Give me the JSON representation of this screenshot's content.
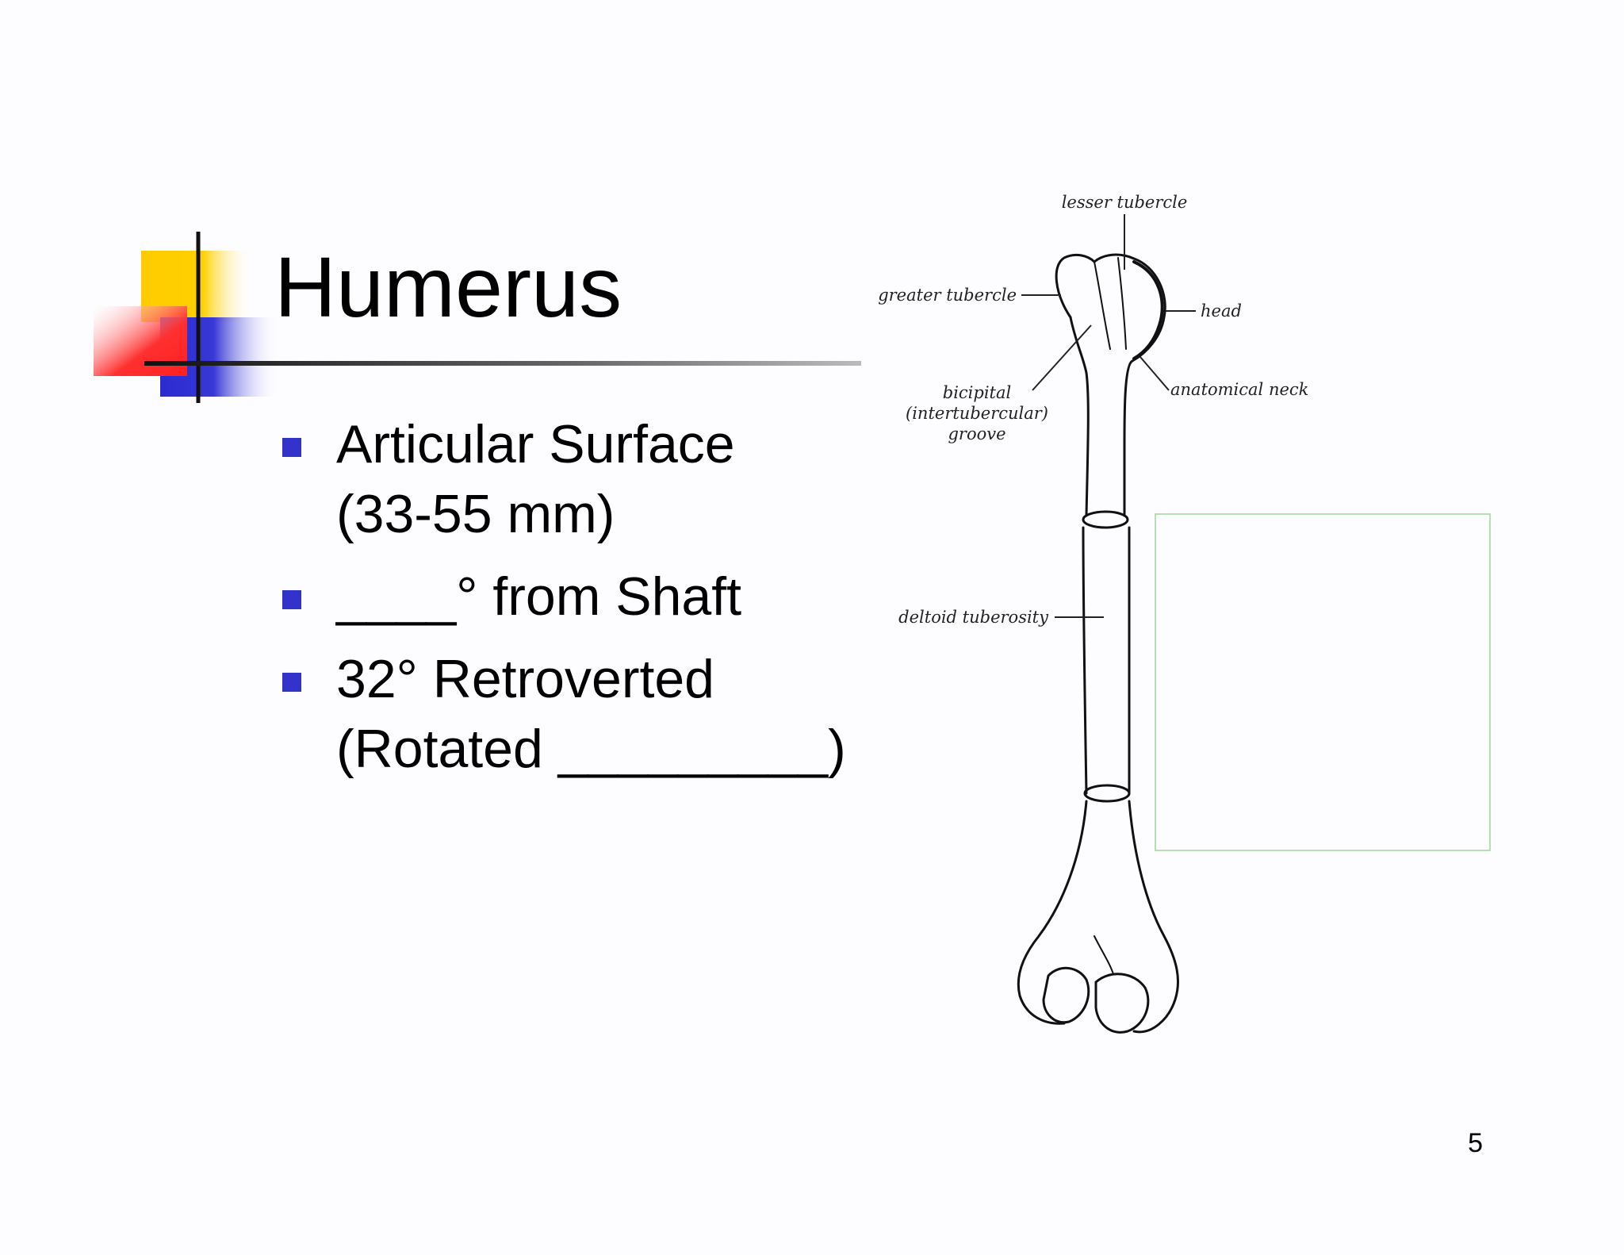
{
  "slide": {
    "title": "Humerus",
    "bullets": [
      {
        "lines": [
          "Articular Surface",
          "(33-55 mm)"
        ]
      },
      {
        "lines": [
          "____° from Shaft"
        ]
      },
      {
        "lines": [
          "32° Retroverted",
          "(Rotated _________)"
        ]
      }
    ],
    "page_number": "5"
  },
  "figure": {
    "labels": {
      "lesser_tubercle": "lesser tubercle",
      "greater_tubercle": "greater tubercle",
      "head": "head",
      "anatomical_neck": "anatomical neck",
      "bicipital_1": "bicipital",
      "bicipital_2": "(intertubercular)",
      "bicipital_3": "groove",
      "deltoid_tuberosity": "deltoid tuberosity"
    }
  },
  "colors": {
    "accent_yellow": "#ffcc00",
    "accent_red": "#ff3333",
    "accent_blue": "#3333cc",
    "bullet": "#3333cc",
    "frame_green": "#b5dfb5"
  }
}
